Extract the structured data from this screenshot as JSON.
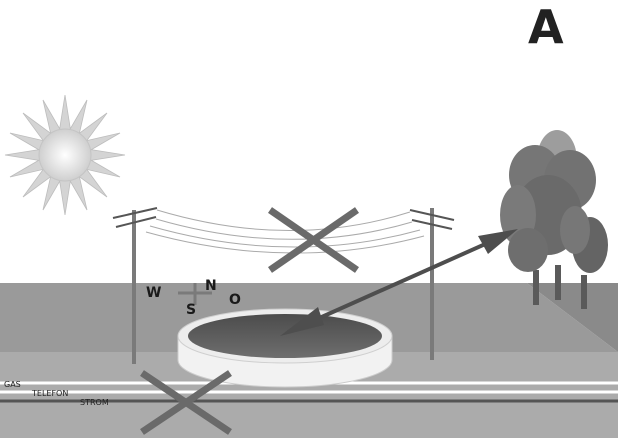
{
  "panel": {
    "letter": "A"
  },
  "compass": {
    "north": "N",
    "south": "S",
    "west": "W",
    "east": "O"
  },
  "utilities": {
    "gas": "GAS",
    "telephone": "TELEFON",
    "power": "STROM"
  },
  "colors": {
    "ground_top": "#9a9a9a",
    "ground_front": "#b0b0b0",
    "ground_side": "#7d7d7d",
    "pond_water": "#5e5e5e",
    "pond_rim": "#f2f2f2",
    "cross": "#6a6a6a",
    "tree_canopy": "#6e6e6e",
    "sun": "#e0e0e0"
  },
  "icons": [
    "sun-icon",
    "power-pole-icon",
    "tree-icon",
    "compass-rose-icon",
    "cross-mark-icon",
    "arrow-icon"
  ]
}
